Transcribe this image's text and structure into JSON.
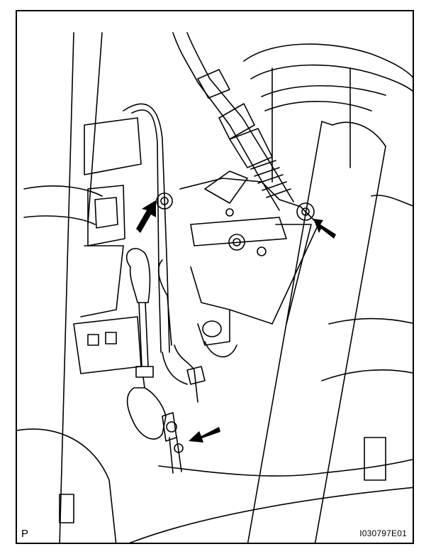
{
  "figure": {
    "corner_label": "P",
    "figure_id": "I030797E01",
    "callout_arrows": 3
  },
  "colors": {
    "line": "#000000",
    "background": "#ffffff"
  }
}
